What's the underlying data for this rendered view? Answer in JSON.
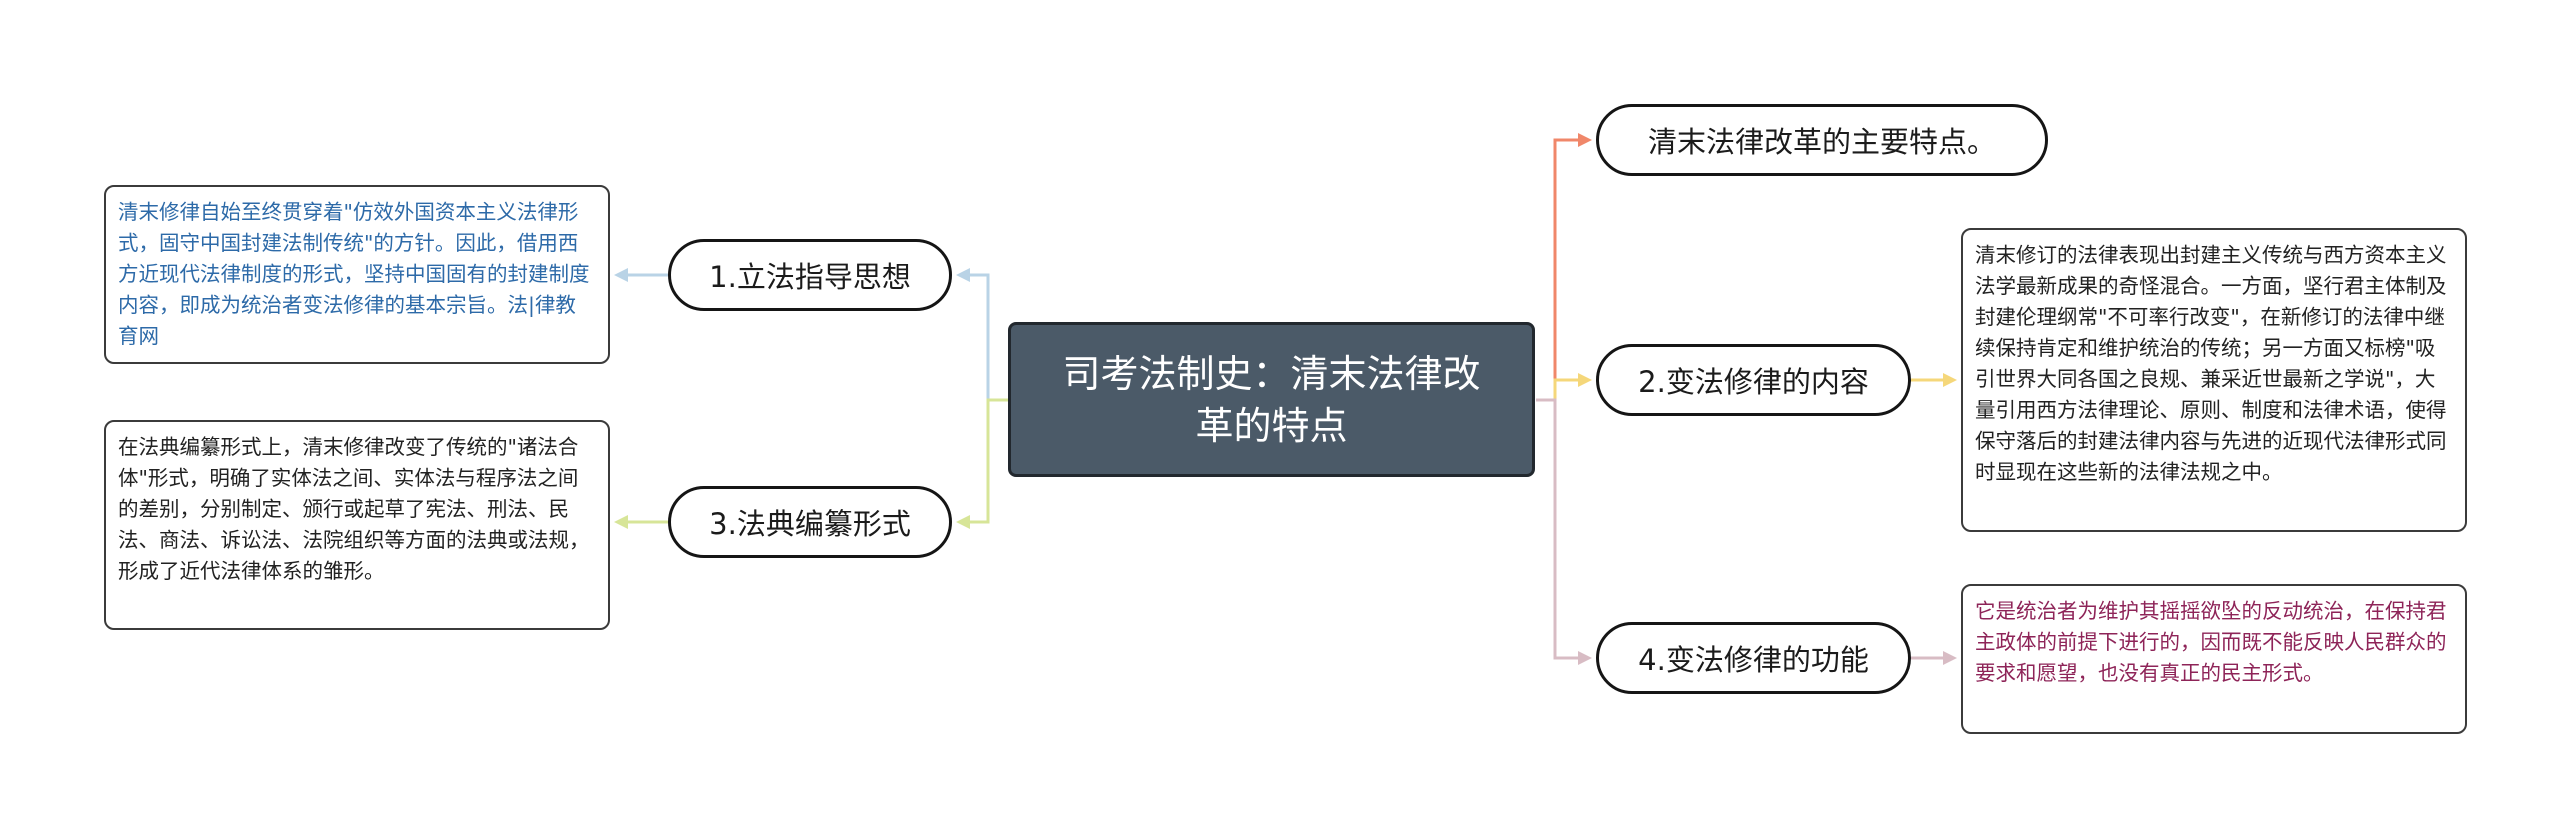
{
  "central": {
    "title": "司考法制史：清末法律改革的特点"
  },
  "branches": {
    "main_features": {
      "label": "清末法律改革的主要特点。"
    },
    "guiding_thought": {
      "label": "1.立法指导思想",
      "detail": "清末修律自始至终贯穿着\"仿效外国资本主义法律形式，固守中国封建法制传统\"的方针。因此，借用西方近现代法律制度的形式，坚持中国固有的封建制度内容，即成为统治者变法修律的基本宗旨。法|律教育网"
    },
    "content": {
      "label": "2.变法修律的内容",
      "detail": "清末修订的法律表现出封建主义传统与西方资本主义法学最新成果的奇怪混合。一方面，坚行君主体制及封建伦理纲常\"不可率行改变\"，在新修订的法律中继续保持肯定和维护统治的传统；另一方面又标榜\"吸引世界大同各国之良规、兼采近世最新之学说\"，大量引用西方法律理论、原则、制度和法律术语，使得保守落后的封建法律内容与先进的近现代法律形式同时显现在这些新的法律法规之中。"
    },
    "code_form": {
      "label": "3.法典编纂形式",
      "detail": "在法典编纂形式上，清末修律改变了传统的\"诸法合体\"形式，明确了实体法之间、实体法与程序法之间的差别，分别制定、颁行或起草了宪法、刑法、民法、商法、诉讼法、法院组织等方面的法典或法规，形成了近代法律体系的雏形。"
    },
    "function": {
      "label": "4.变法修律的功能",
      "detail": "它是统治者为维护其摇摇欲坠的反动统治，在保持君主政体的前提下进行的，因而既不能反映人民群众的要求和愿望，也没有真正的民主形式。"
    }
  },
  "colors": {
    "center_fill": "#4b5a68",
    "link_main_features": "#f0876a",
    "link_content": "#f5d77a",
    "link_function": "#d8bcc4",
    "link_guiding_thought": "#b9d3e6",
    "link_code_form": "#d7e598",
    "guiding_thought_text": "#2d6aa8",
    "function_text": "#8e2458"
  }
}
